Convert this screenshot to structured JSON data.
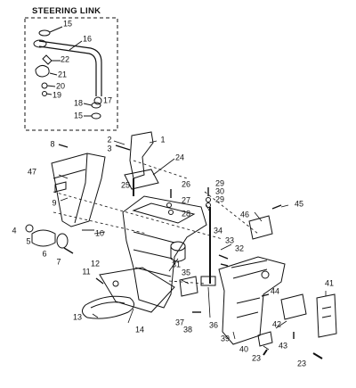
{
  "inset": {
    "title": "STEERING LINK"
  },
  "labels": {
    "l1": "1",
    "l2": "2",
    "l3": "3",
    "l4": "4",
    "l5": "5",
    "l6": "6",
    "l7": "7",
    "l8": "8",
    "l9": "9",
    "l10": "10",
    "l11": "11",
    "l12": "12",
    "l13": "13",
    "l14": "14",
    "l15a": "15",
    "l15b": "15",
    "l16": "16",
    "l17": "17",
    "l18": "18",
    "l19": "19",
    "l20": "20",
    "l21": "21",
    "l22": "22",
    "l23a": "23",
    "l23b": "23",
    "l24": "24",
    "l25": "25",
    "l26": "26",
    "l27": "27",
    "l28": "28",
    "l29a": "29",
    "l29b": "29",
    "l30": "30",
    "l31": "31",
    "l32": "32",
    "l33": "33",
    "l34": "34",
    "l35": "35",
    "l36": "36",
    "l37": "37",
    "l38": "38",
    "l39": "39",
    "l40": "40",
    "l41": "41",
    "l42": "42",
    "l43": "43",
    "l44": "44",
    "l45": "45",
    "l46": "46",
    "l47": "47"
  }
}
